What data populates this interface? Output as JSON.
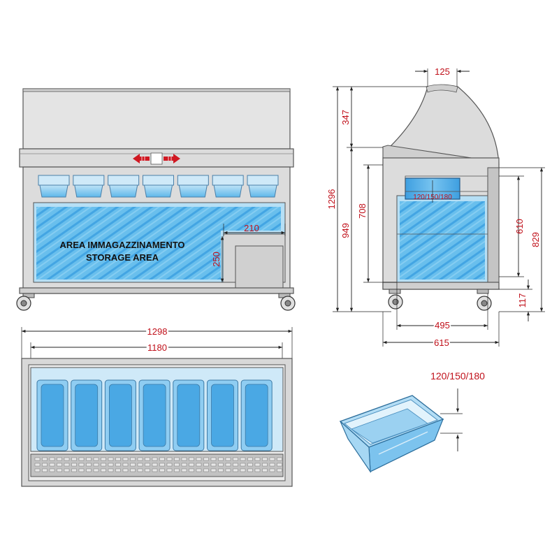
{
  "front_view": {
    "area_label_it": "AREA IMMAGAZZINAMENTO",
    "area_label_en": "STORAGE AREA",
    "dim_depth": "210",
    "dim_height": "250",
    "pan_count": 7
  },
  "side_view": {
    "dim_top": "125",
    "dim_canopy": "347",
    "dim_total_height": "1296",
    "dim_body_height": "949",
    "dim_inner_height": "708",
    "dim_tank_height": "610",
    "dim_outer_height": "829",
    "dim_wheel": "117",
    "dim_inner_width": "495",
    "dim_outer_width": "615",
    "pan_label": "120/150/180"
  },
  "top_view": {
    "dim_outer_width": "1298",
    "dim_inner_width": "1180",
    "pan_count": 7
  },
  "pan_detail": {
    "dim_label": "120/150/180"
  },
  "colors": {
    "water": "#49aee6",
    "water_light": "#9dd6f5",
    "frame": "#dcdcdc",
    "dimension_text": "#c0101a",
    "arrow_red": "#d01822"
  }
}
